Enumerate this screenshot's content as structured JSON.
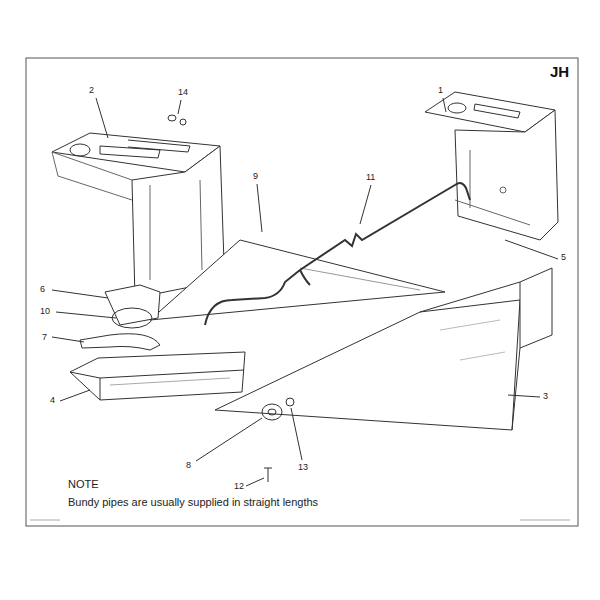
{
  "diagram": {
    "labels": [
      "JH",
      "2",
      "14",
      "1",
      "9",
      "11",
      "5",
      "6",
      "10",
      "7",
      "4",
      "3",
      "8",
      "12",
      "13",
      "NOTE",
      "Bundy pipes are usually supplied in straight lengths"
    ]
  }
}
